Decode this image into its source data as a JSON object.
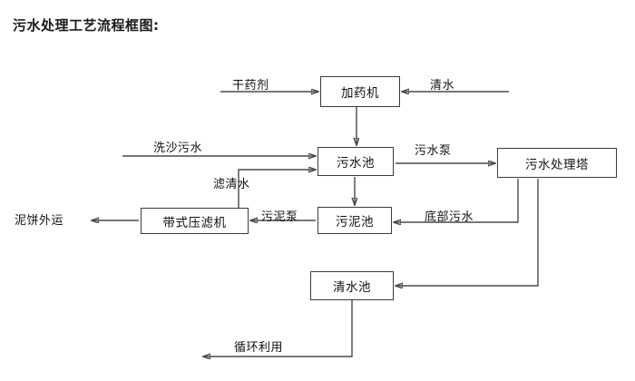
{
  "title": "污水处理工艺流程框图:",
  "nodes": {
    "dosing_machine": "加药机",
    "wastewater_pool": "污水池",
    "treatment_tower": "污水处理塔",
    "belt_filter_press": "带式压滤机",
    "sludge_pool": "污泥池",
    "clean_water_pool": "清水池"
  },
  "edge_labels": {
    "dry_chemical": "干药剂",
    "clean_water_in": "清水",
    "sand_wash_wastewater": "洗沙污水",
    "filtered_clear_water": "滤清水",
    "wastewater_pump": "污水泵",
    "sludge_pump": "污泥泵",
    "bottom_wastewater": "底部污水",
    "mud_cake_out": "泥饼外运",
    "recycle_reuse": "循环利用"
  },
  "colors": {
    "stroke": "#4a4a4a",
    "box_border": "#3b3b3b",
    "text": "#111111",
    "background": "#ffffff"
  }
}
